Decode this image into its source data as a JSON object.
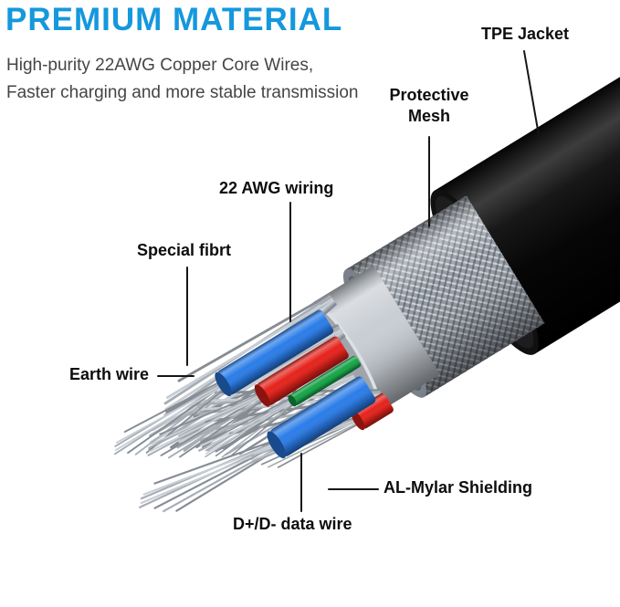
{
  "header": {
    "title": "PREMIUM MATERIAL",
    "subtitle": "High-purity 22AWG Copper Core Wires,\nFaster charging and more stable transmission"
  },
  "callouts": {
    "tpe_jacket": "TPE Jacket",
    "protective_mesh": "Protective\nMesh",
    "awg_wiring": "22 AWG wiring",
    "special_fibrt": "Special fibrt",
    "earth_wire": "Earth wire",
    "al_mylar_shielding": "AL-Mylar Shielding",
    "data_wire": "D+/D- data wire"
  },
  "colors": {
    "title_blue": "#1598dc",
    "label_black": "#0d0d0d",
    "wire_blue": "#2b7de9",
    "wire_red": "#e6231c",
    "wire_green": "#17a548",
    "jacket_black": "#141414",
    "mesh_gray": "#9298a0",
    "foil_gray": "#c9ced4",
    "strand_gray": "#a7adb4",
    "background": "#ffffff"
  }
}
